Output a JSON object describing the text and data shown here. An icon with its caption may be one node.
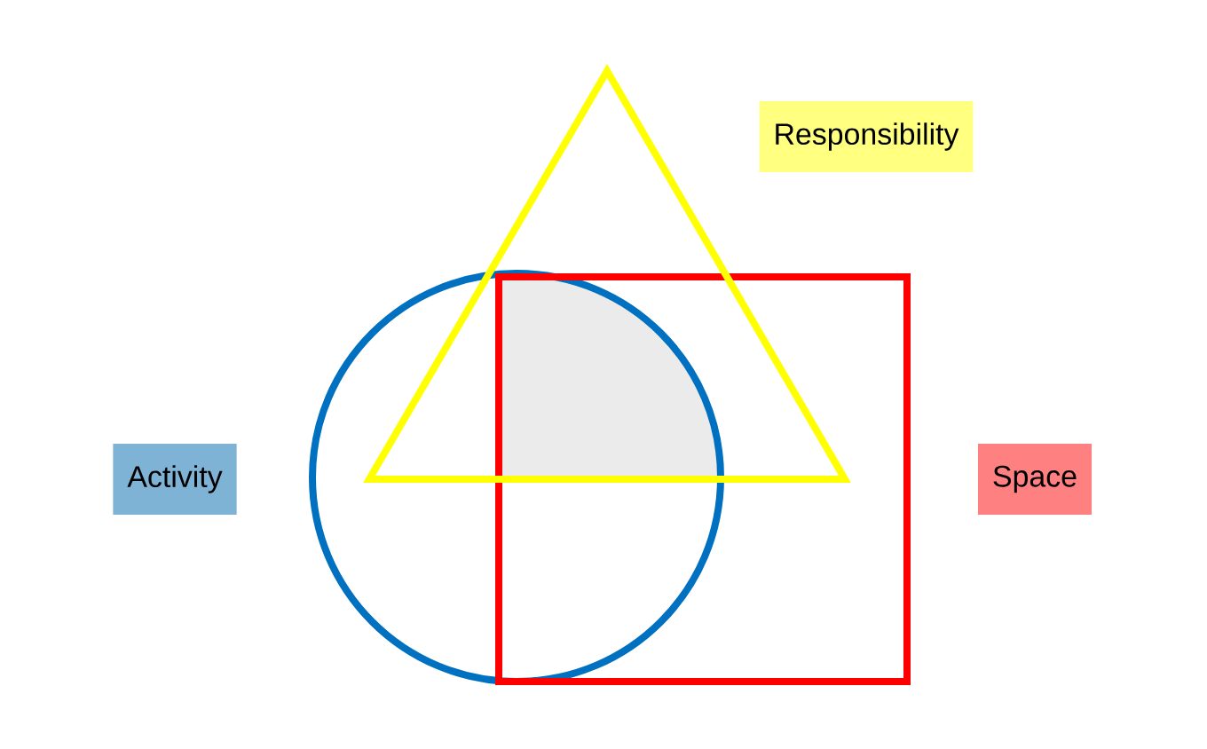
{
  "diagram": {
    "nodes": [
      {
        "text": [
          "Responsibility"
        ]
      },
      {
        "text": [
          "Activity"
        ]
      },
      {
        "text": [
          "Space"
        ]
      }
    ]
  }
}
